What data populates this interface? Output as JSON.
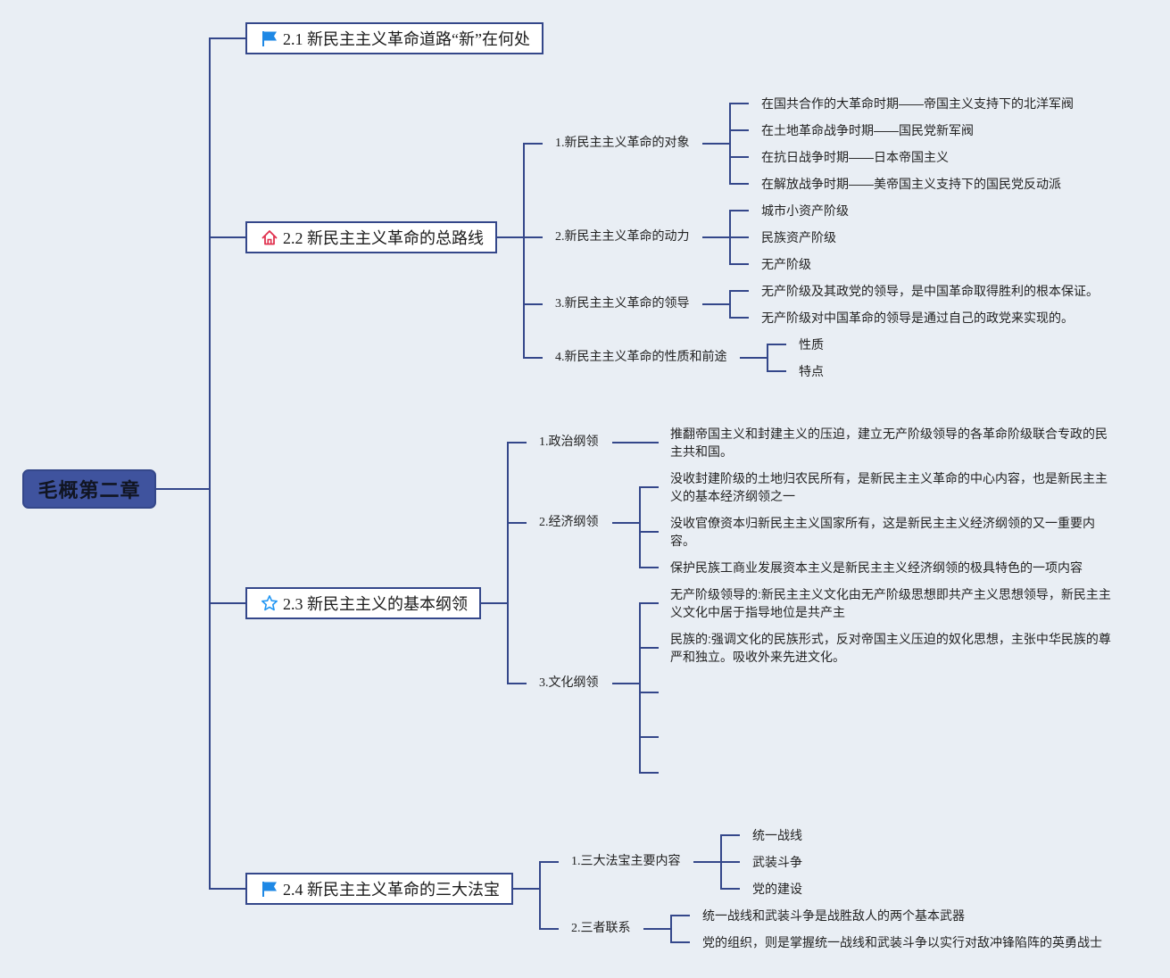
{
  "root": {
    "label": "毛概第二章"
  },
  "colors": {
    "background": "#e9eef4",
    "line": "#34478a",
    "central_fill": "#3f539e",
    "topic_fill": "#ffffff",
    "flag": "#1e88e5",
    "house": "#e0314e",
    "star": "#2196f3"
  },
  "topics": [
    {
      "label": "2.1 新民主主义革命道路“新”在何处",
      "icon": "flag-icon"
    },
    {
      "label": "2.2 新民主主义革命的总路线",
      "icon": "house-icon",
      "children": [
        {
          "label": "1.新民主主义革命的对象",
          "children": [
            {
              "label": "在国共合作的大革命时期——帝国主义支持下的北洋军阀"
            },
            {
              "label": "在土地革命战争时期——国民党新军阀"
            },
            {
              "label": "在抗日战争时期——日本帝国主义"
            },
            {
              "label": "在解放战争时期——美帝国主义支持下的国民党反动派"
            }
          ]
        },
        {
          "label": "2.新民主主义革命的动力",
          "children": [
            {
              "label": "城市小资产阶级"
            },
            {
              "label": "民族资产阶级"
            },
            {
              "label": "无产阶级"
            }
          ]
        },
        {
          "label": "3.新民主主义革命的领导",
          "children": [
            {
              "label": "无产阶级及其政党的领导，是中国革命取得胜利的根本保证。"
            },
            {
              "label": "无产阶级对中国革命的领导是通过自己的政党来实现的。"
            }
          ]
        },
        {
          "label": "4.新民主主义革命的性质和前途",
          "children": [
            {
              "label": "性质"
            },
            {
              "label": "特点"
            }
          ]
        }
      ]
    },
    {
      "label": "2.3 新民主主义的基本纲领",
      "icon": "star-icon",
      "children": [
        {
          "label": "1.政治纲领",
          "children": [
            {
              "label": "推翻帝国主义和封建主义的压迫，建立无产阶级领导的各革命阶级联合专政的民主共和国。"
            }
          ]
        },
        {
          "label": "2.经济纲领",
          "children": [
            {
              "label": "没收封建阶级的土地归农民所有，是新民主主义革命的中心内容，也是新民主主义的基本经济纲领之一"
            },
            {
              "label": "没收官僚资本归新民主主义国家所有，这是新民主主义经济纲领的又一重要内容。"
            },
            {
              "label": "保护民族工商业发展资本主义是新民主主义经济纲领的极具特色的一项内容"
            }
          ]
        },
        {
          "label": "3.文化纲领",
          "children": [
            {
              "label": "无产阶级领导的:新民主主义文化由无产阶级思想即共产主义思想领导，新民主主义文化中居于指导地位是共产主"
            },
            {
              "label": "民族的:强调文化的民族形式，反对帝国主义压迫的奴化思想，主张中华民族的尊严和独立。吸收外来先进文化。"
            },
            {
              "label": ""
            },
            {
              "label": ""
            },
            {
              "label": ""
            }
          ]
        }
      ]
    },
    {
      "label": "2.4 新民主主义革命的三大法宝",
      "icon": "flag-icon",
      "children": [
        {
          "label": "1.三大法宝主要内容",
          "children": [
            {
              "label": "统一战线"
            },
            {
              "label": "武装斗争"
            },
            {
              "label": "党的建设"
            }
          ]
        },
        {
          "label": "2.三者联系",
          "children": [
            {
              "label": "统一战线和武装斗争是战胜敌人的两个基本武器"
            },
            {
              "label": "党的组织，则是掌握统一战线和武装斗争以实行对敌冲锋陷阵的英勇战士"
            }
          ]
        }
      ]
    }
  ]
}
